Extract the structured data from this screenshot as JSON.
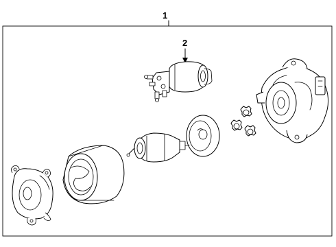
{
  "callouts": {
    "assembly": "1",
    "solenoid": "2"
  },
  "parts": [
    {
      "id": "drive-end-frame",
      "label": ""
    },
    {
      "id": "yoke-housing",
      "label": ""
    },
    {
      "id": "armature",
      "label": ""
    },
    {
      "id": "planetary-disc",
      "label": ""
    },
    {
      "id": "planetary-gear",
      "label": ""
    },
    {
      "id": "solenoid",
      "label": ""
    },
    {
      "id": "starter-housing",
      "label": ""
    }
  ],
  "colors": {
    "line": "#000000",
    "background": "#ffffff"
  }
}
